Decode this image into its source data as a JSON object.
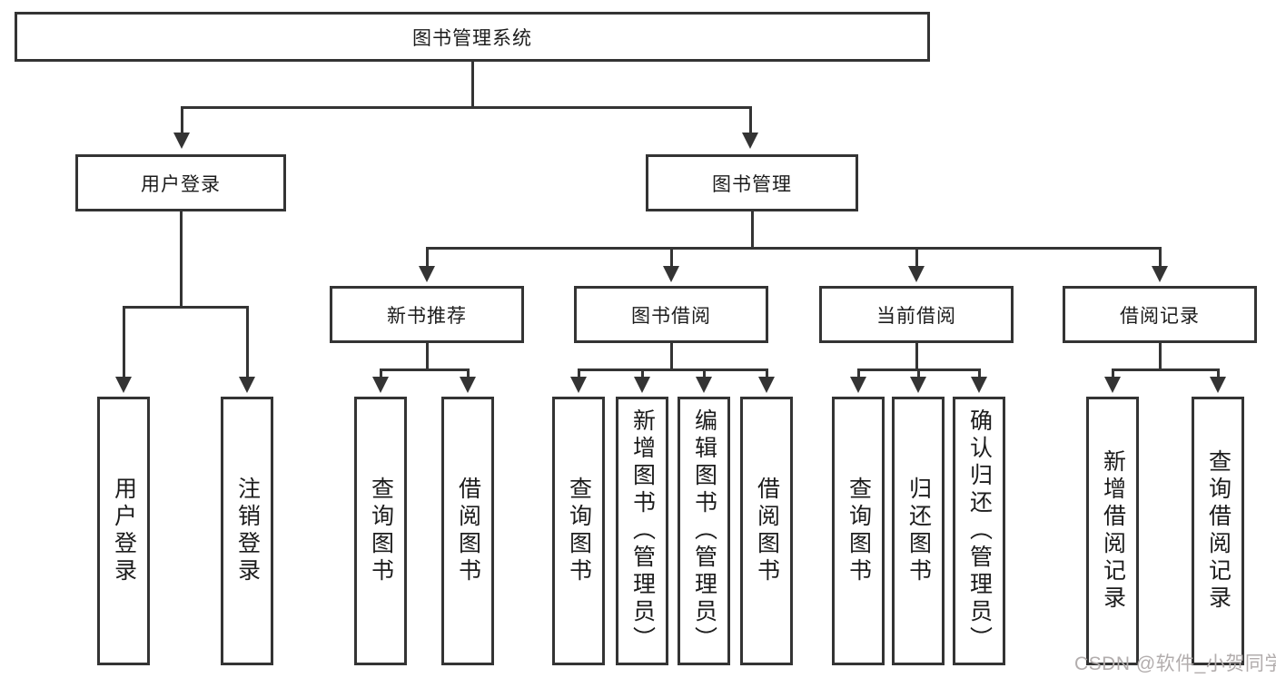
{
  "nodes": {
    "root": "图书管理系统",
    "l2": [
      "用户登录",
      "图书管理"
    ],
    "l3": [
      "新书推荐",
      "图书借阅",
      "当前借阅",
      "借阅记录"
    ],
    "login_leaves": [
      "用户登录",
      "注销登录"
    ],
    "newbook_leaves": [
      "查询图书",
      "借阅图书"
    ],
    "borrow_leaves": [
      "查询图书",
      "新增图书（管理员）",
      "编辑图书（管理员）",
      "借阅图书"
    ],
    "current_leaves": [
      "查询图书",
      "归还图书",
      "确认归还（管理员）"
    ],
    "records_leaves": [
      "新增借阅记录",
      "查询借阅记录"
    ]
  },
  "watermark": "CSDN @软件_小贺同学",
  "colors": {
    "line": "#343434",
    "text": "#1c1c1c",
    "watermark": "#b2adad",
    "background": "#ffffff"
  }
}
